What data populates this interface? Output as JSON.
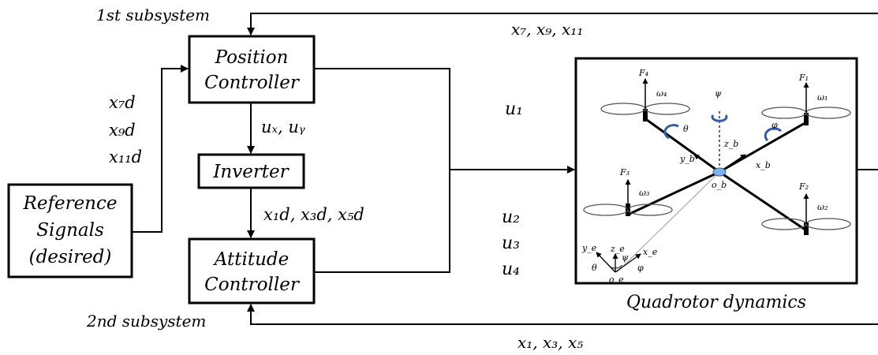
{
  "subsystems": {
    "first": "1st subsystem",
    "second": "2nd subsystem"
  },
  "blocks": {
    "position_controller": [
      "Position",
      "Controller"
    ],
    "inverter": "Inverter",
    "attitude_controller": [
      "Attitude",
      "Controller"
    ],
    "reference_signals": [
      "Reference",
      "Signals",
      "(desired)"
    ],
    "plant_caption": "Quadrotor dynamics"
  },
  "signals": {
    "feedback_top": "x₇, x₉, x₁₁",
    "feedback_bottom": "x₁, x₃, x₅",
    "ref_inputs": [
      "x₇d",
      "x₉d",
      "x₁₁d"
    ],
    "ux_uy": "uₓ, uᵧ",
    "attitude_refs": "x₁d, x₃d, x₅d",
    "u1": "u₁",
    "u_rest": [
      "u₂",
      "u₃",
      "u₄"
    ]
  },
  "quadrotor_figure": {
    "forces": [
      "F₄",
      "F₁",
      "F₃",
      "F₂"
    ],
    "speeds": [
      "ω₄",
      "ω₁",
      "ω₃",
      "ω₂"
    ],
    "body_axes": [
      "x_b",
      "y_b",
      "z_b"
    ],
    "body_origin": "o_b",
    "earth_axes": [
      "x_e",
      "y_e",
      "z_e"
    ],
    "earth_origin": "o_e",
    "angles": [
      "ψ",
      "θ",
      "φ"
    ],
    "accent_color": "#2f5fa8"
  }
}
